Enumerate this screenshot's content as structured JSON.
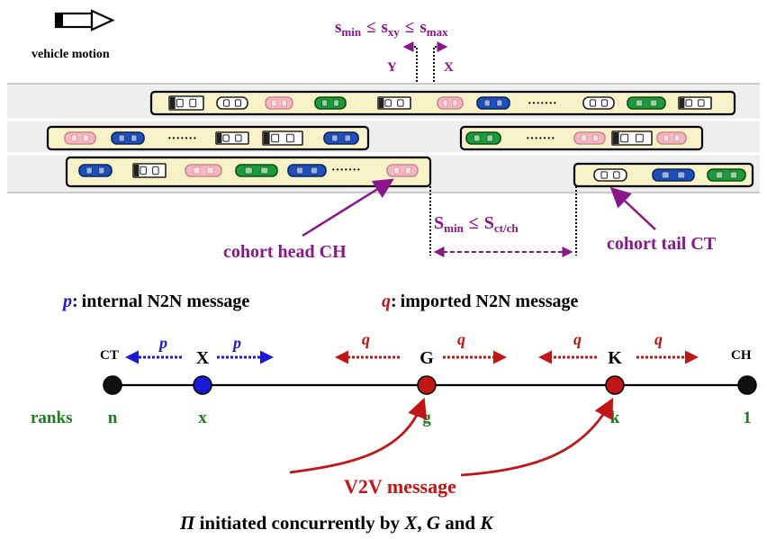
{
  "legend": {
    "motion_label": "vehicle motion",
    "p_desc": "internal  N2N message",
    "q_desc": "imported  N2N message",
    "p_symbol": "p",
    "q_symbol": "q",
    "colon": ":"
  },
  "spacing": {
    "top_s": "s",
    "top_min": "min",
    "top_xy": "xy",
    "top_max": "max",
    "mid_s": "S",
    "mid_min": "min",
    "mid_ctch": "ct/ch",
    "leq": "≤"
  },
  "vehicles": {
    "Y": "Y",
    "X": "X",
    "dots": "·······"
  },
  "cohort": {
    "head_label": "cohort head CH",
    "tail_label": "cohort tail CT"
  },
  "chain": {
    "nodes": [
      {
        "label": "CT",
        "rank": "n",
        "color": "#111111"
      },
      {
        "label": "X",
        "rank": "x",
        "color": "#1a1ad6"
      },
      {
        "label": "G",
        "rank": "g",
        "color": "#c21515"
      },
      {
        "label": "K",
        "rank": "k",
        "color": "#c21515"
      },
      {
        "label": "CH",
        "rank": "1",
        "color": "#111111"
      }
    ],
    "ranks_label": "ranks",
    "v2v_label": "V2V message"
  },
  "caption": {
    "pi": "Π",
    "text": " initiated  concurrently  by ",
    "X": "X",
    "sep": ", ",
    "G": "G",
    "and": " and ",
    "K": "K"
  },
  "colors": {
    "purple": "#8b168b",
    "blue": "#1a1ad6",
    "red": "#c21515",
    "green": "#1e7d1e",
    "cohort_fill": "#f7f2c8",
    "road": "#eeeeee"
  }
}
